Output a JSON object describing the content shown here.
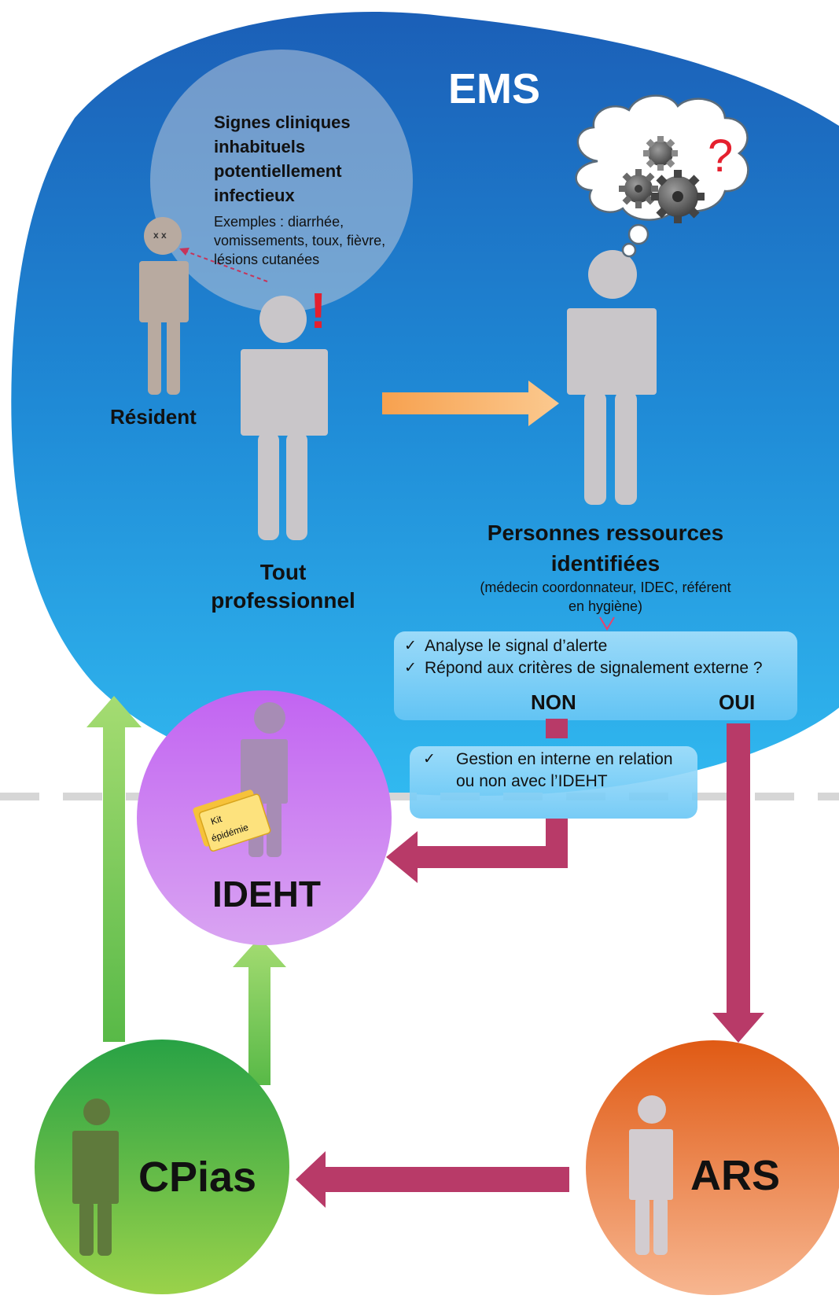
{
  "ems_title": "EMS",
  "symptoms": {
    "title": "Signes cliniques inhabituels potentiellement infectieux",
    "examples": "Exemples : diarrhée, vomissements, toux, fièvre, lésions cutanées"
  },
  "resident_label": "Résident",
  "resident_eyes": "x x",
  "professional_label": "Tout professionnel",
  "exclamation": "!",
  "question_mark": "?",
  "resources": {
    "title": "Personnes ressources identifiées",
    "subtitle": "(médecin coordonnateur, IDEC, référent en hygiène)"
  },
  "analysis": {
    "items": [
      "Analyse le signal d’alerte",
      "Répond aux critères de signalement externe ?"
    ],
    "no_label": "NON",
    "yes_label": "OUI"
  },
  "internal_management": "Gestion en interne en relation ou non avec l’IDEHT",
  "kit_label_line1": "Kit",
  "kit_label_line2": "épidémie",
  "ideht_label": "IDEHT",
  "cpias_label": "CPias",
  "ars_label": "ARS",
  "colors": {
    "ems_top": "#1a5bb5",
    "ems_bottom": "#2ab4ee",
    "figure_grey": "#c9c6c9",
    "resident": "#b8aaa0",
    "orange_arrow": "#f5a25a",
    "crimson_arrow": "#b83a68",
    "green_arrow": "#6cc24a",
    "ideht": "#c77df0",
    "cpias": "#52b845",
    "ars": "#f08a4a",
    "alert_red": "#e5202e"
  }
}
